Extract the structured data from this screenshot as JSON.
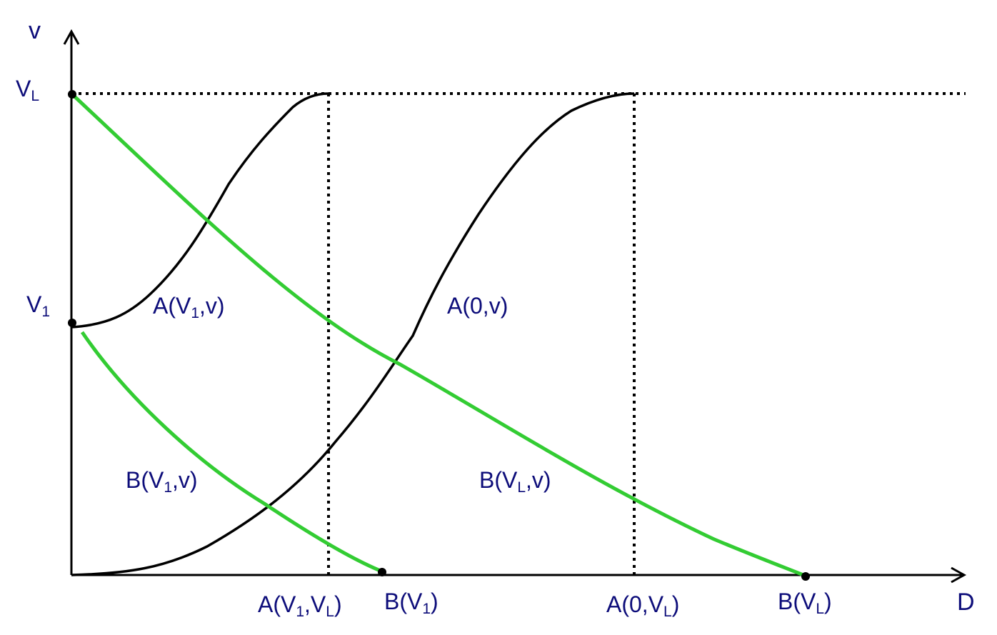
{
  "colors": {
    "axis": "#000000",
    "curve_a": "#000000",
    "curve_b": "#33cc33",
    "text": "#0d0d7a"
  },
  "axes": {
    "y_label": "v",
    "x_label": "D"
  },
  "y_ticks": {
    "vl": {
      "main": "V",
      "sub": "L",
      "tail": ""
    },
    "v1": {
      "main": "V",
      "sub": "1",
      "tail": ""
    }
  },
  "curve_labels": {
    "a_v1": {
      "pre": "A(V",
      "sub": "1",
      "post": ",v)"
    },
    "a_0": {
      "text": "A(0,v)"
    },
    "b_v1": {
      "pre": "B(V",
      "sub": "1",
      "post": ",v)"
    },
    "b_vl": {
      "pre": "B(V",
      "sub": "L",
      "post": ",v)"
    }
  },
  "x_ticks": {
    "a_v1_vl": {
      "pre": "A(V",
      "sub1": "1",
      "mid": ",V",
      "sub2": "L",
      "post": ")"
    },
    "b_v1": {
      "pre": "B(V",
      "sub": "1",
      "post": ")"
    },
    "a_0_vl": {
      "pre": "A(0,V",
      "sub": "L",
      "post": ")"
    },
    "b_vl": {
      "pre": "B(V",
      "sub": "L",
      "post": ")"
    }
  },
  "icons": {
    "y_arrow": "arrowhead-up-icon",
    "x_arrow": "arrowhead-right-icon"
  }
}
